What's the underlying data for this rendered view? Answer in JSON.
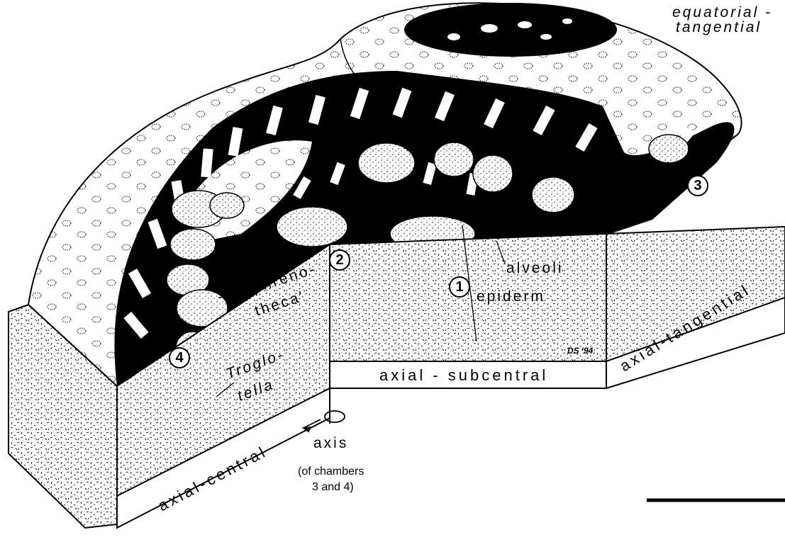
{
  "labels": {
    "equatorial_line1": "equatorial -",
    "equatorial_line2": "tangential",
    "alveoli": "alveoli",
    "epiderm": "epiderm",
    "phrenotheca_line1": "'phreno-",
    "phrenotheca_line2": "theca'",
    "troglotella_line1": "Troglo-",
    "troglotella_line2": "tella",
    "axial_central": "axial-central",
    "axial_subcentral": "axial - subcentral",
    "axial_tangential": "axial-tangential",
    "axis_word": "axis",
    "axis_note_line1": "(of chambers",
    "axis_note_line2": "3 and 4)",
    "signature": "DS '94"
  },
  "chamber_numbers": [
    "1",
    "2",
    "3",
    "4"
  ],
  "colors": {
    "ink": "#000000",
    "paper": "#ffffff"
  }
}
